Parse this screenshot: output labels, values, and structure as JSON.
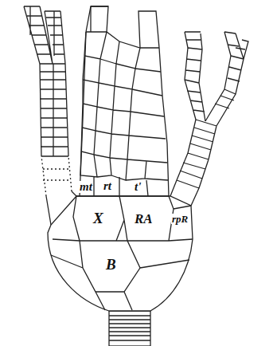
{
  "diagram": {
    "labels": [
      "mt",
      "rt",
      "t'",
      "X",
      "RA",
      "rpR",
      "B"
    ]
  }
}
